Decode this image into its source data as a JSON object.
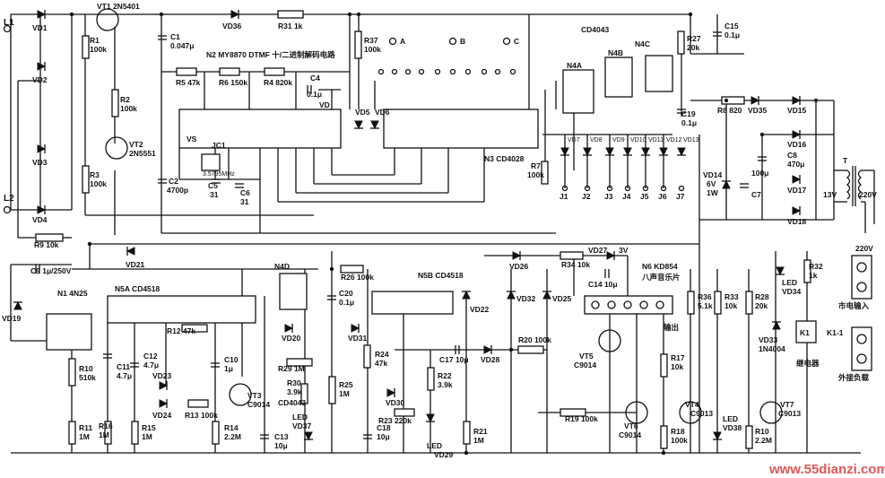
{
  "labels": {
    "l1": "L1",
    "l2": "L2",
    "vd1": "VD1",
    "vd2": "VD2",
    "vd3": "VD3",
    "vd4": "VD4",
    "vt1": "VT1 2N5401",
    "r1": "R1",
    "r1v": "100k",
    "r2": "R2",
    "r2v": "100k",
    "vt2": "VT2",
    "vt2v": "2N5551",
    "r3": "R3",
    "r3v": "100k",
    "c1": "C1",
    "c1v": "0.047μ",
    "vd36": "VD36",
    "r31": "R31 1k",
    "n2": "N2 MY8870 DTMF 十/二进制解码电路",
    "r5": "R5 47k",
    "r6": "R6 150k",
    "r4": "R4 820k",
    "c4": "C4",
    "c4v": "0.1μ",
    "vs": "VS",
    "vd": "VD",
    "jc1": "JC1",
    "jc1v": "3.5795MHz",
    "c2": "C2",
    "c2v": "4700p",
    "c5": "C5",
    "c5v": "31",
    "c6": "C6",
    "c6v": "31",
    "r9": "R9 10k",
    "c9": "C9 1μ/250V",
    "vd19": "VD19",
    "n1": "N1 4N25",
    "r10": "R10",
    "r10v": "510k",
    "r11": "R11",
    "r11v": "1M",
    "r37": "R37",
    "r37v": "100k",
    "a": "A",
    "b": "B",
    "c": "C",
    "vd5": "VD5",
    "vd6": "VD6",
    "n3": "N3 CD4028",
    "cd4043": "CD4043",
    "n4a": "N4A",
    "n4b": "N4B",
    "n4c": "N4C",
    "r27": "R27",
    "r27v": "20k",
    "c15": "C15",
    "c15v": "0.1μ",
    "c19": "C19",
    "c19v": "0.1μ",
    "r7": "R7",
    "r7v": "100k",
    "j": [
      "J1",
      "J2",
      "J3",
      "J4",
      "J5",
      "J6",
      "J7"
    ],
    "vdled": [
      "VD7",
      "VD8",
      "VD9",
      "VD10",
      "VD11",
      "VD12",
      "VD13"
    ],
    "r8": "R8 820",
    "vd35": "VD35",
    "vd15": "VD15",
    "vd16": "VD16",
    "vd17": "VD17",
    "vd18": "VD18",
    "c8": "C8",
    "c8v": "470μ",
    "c7": "C7",
    "c7v": "100μ",
    "vd14": "VD14",
    "vd14v": "6V",
    "vd14w": "1W",
    "t": "T",
    "v13": "13V",
    "v220": "220V",
    "vd21": "VD21",
    "n5a": "N5A CD4518",
    "n4d": "N4D",
    "r26": "R26 100k",
    "c20": "C20",
    "c20v": "0.1μ",
    "n5b": "N5B CD4518",
    "vd26": "VD26",
    "r34": "R34 10k",
    "vd27": "VD27",
    "v3": "3V",
    "c14": "C14 10μ",
    "n6": "N6 KD854",
    "n6b": "八声音乐片",
    "out": "输出",
    "r32": "R32",
    "r32v": "1k",
    "led": "LED",
    "vd34": "VD34",
    "mains": "220V",
    "mains_in": "市电输入",
    "k1": "K1",
    "k11": "K1-1",
    "relay": "继电器",
    "ext_load": "外接负载",
    "vd33": "VD33",
    "vd33v": "1N4004",
    "r36": "R36",
    "r36v": "5.1k",
    "r33": "R33",
    "r33v": "10k",
    "r28": "R28",
    "r28v": "20k",
    "vd32": "VD32",
    "vd25": "VD25",
    "vd22": "VD22",
    "r12": "R12 47k",
    "c11": "C11",
    "c11v": "4.7μ",
    "c12": "C12",
    "c12v": "4.7μ",
    "c10": "C10",
    "c10v": "1μ",
    "vd20": "VD20",
    "vd31": "VD31",
    "r29": "R29 1M",
    "r30": "R30",
    "r30v": "3.9k",
    "r25": "R25",
    "r25v": "1M",
    "vd23": "VD23",
    "vd24": "VD24",
    "r13": "R13 100k",
    "vt3": "VT3",
    "vt3v": "C9014",
    "r14": "R14",
    "r14v": "2.2M",
    "r15": "R15",
    "r15v": "1M",
    "r16": "R16",
    "r16v": "1M",
    "c13": "C13",
    "c13v": "10μ",
    "cd4043b": "CD4043",
    "led37": "LED",
    "vd37": "VD37",
    "r24": "R24",
    "r24v": "47k",
    "vd30": "VD30",
    "r23": "R23 220k",
    "c18": "C18",
    "c18v": "10μ",
    "c17": "C17 10μ",
    "r22": "R22",
    "r22v": "3.9k",
    "vd28": "VD28",
    "r20": "R20 100k",
    "led29": "LED",
    "vd29": "VD29",
    "r21": "R21",
    "r21v": "1M",
    "vt5": "VT5",
    "vt5v": "C9014",
    "r19": "R19 100k",
    "vt6": "VT6",
    "vt6v": "C9014",
    "r17": "R17",
    "r17v": "10k",
    "vt4": "VT4",
    "vt4v": "C9013",
    "r18": "R18",
    "r18v": "100k",
    "led38": "LED",
    "vd38": "VD38",
    "vt7": "VT7",
    "vt7v": "C9013",
    "r10b": "R10",
    "r10bv": "2.2M",
    "watermark": "www.55dianzi.com"
  }
}
